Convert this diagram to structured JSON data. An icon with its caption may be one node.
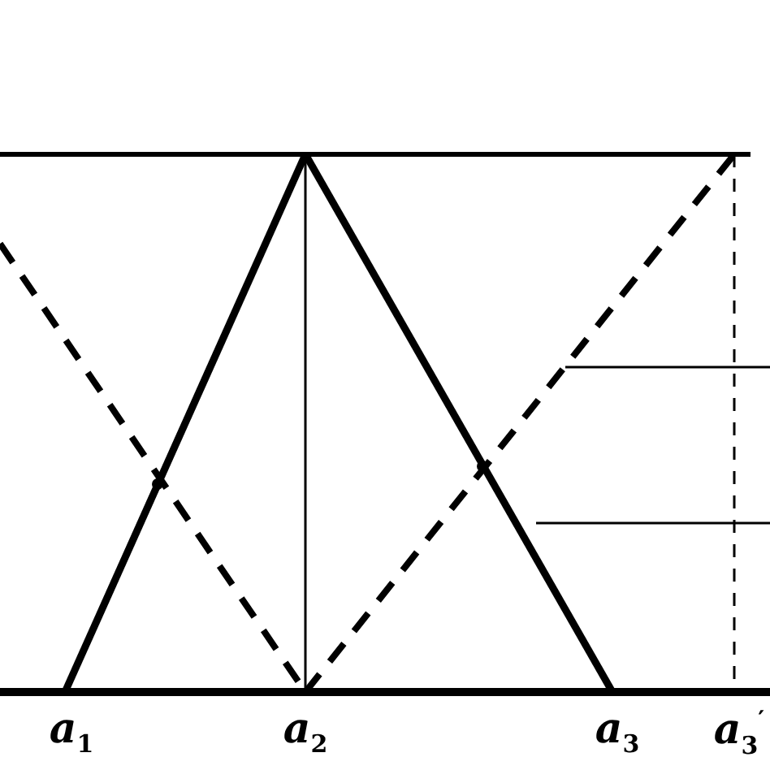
{
  "diagram": {
    "labels": [
      "a$_{1}$",
      "a$_{2}$",
      "a$_{3}$",
      "a$_{3}$$^{′}$"
    ]
  }
}
